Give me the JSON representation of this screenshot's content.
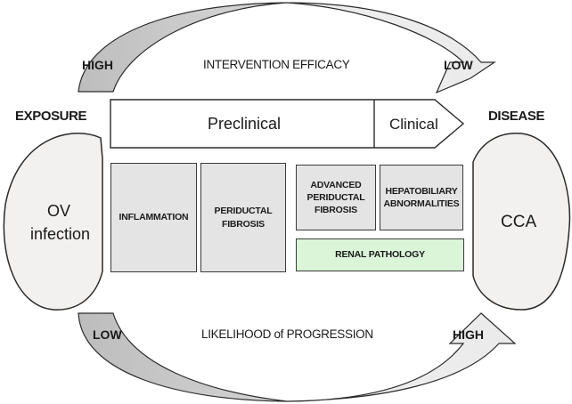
{
  "colors": {
    "arc_dark": "#c8c8c8",
    "arc_light": "#eeeeee",
    "box_fill": "#e4e4e4",
    "renal_fill": "#daf5d8",
    "ellipse_fill": "#f2f1ef",
    "stroke": "#2a2a2a"
  },
  "top_arrow": {
    "title": "INTERVENTION EFFICACY",
    "start_label": "HIGH",
    "end_label": "LOW"
  },
  "bottom_arrow": {
    "title": "LIKELIHOOD of PROGRESSION",
    "start_label": "LOW",
    "end_label": "HIGH"
  },
  "exposure": {
    "heading": "EXPOSURE",
    "line1": "OV",
    "line2": "infection"
  },
  "disease": {
    "heading": "DISEASE",
    "label": "CCA"
  },
  "stages": {
    "preclinical": "Preclinical",
    "clinical": "Clinical"
  },
  "boxes": [
    {
      "lines": [
        "INFLAMMATION"
      ]
    },
    {
      "lines": [
        "PERIDUCTAL",
        "FIBROSIS"
      ]
    },
    {
      "lines": [
        "ADVANCED",
        "PERIDUCTAL",
        "FIBROSIS"
      ]
    },
    {
      "lines": [
        "HEPATOBILIARY",
        "ABNORMALITIES"
      ]
    },
    {
      "lines": [
        "RENAL PATHOLOGY"
      ]
    }
  ]
}
